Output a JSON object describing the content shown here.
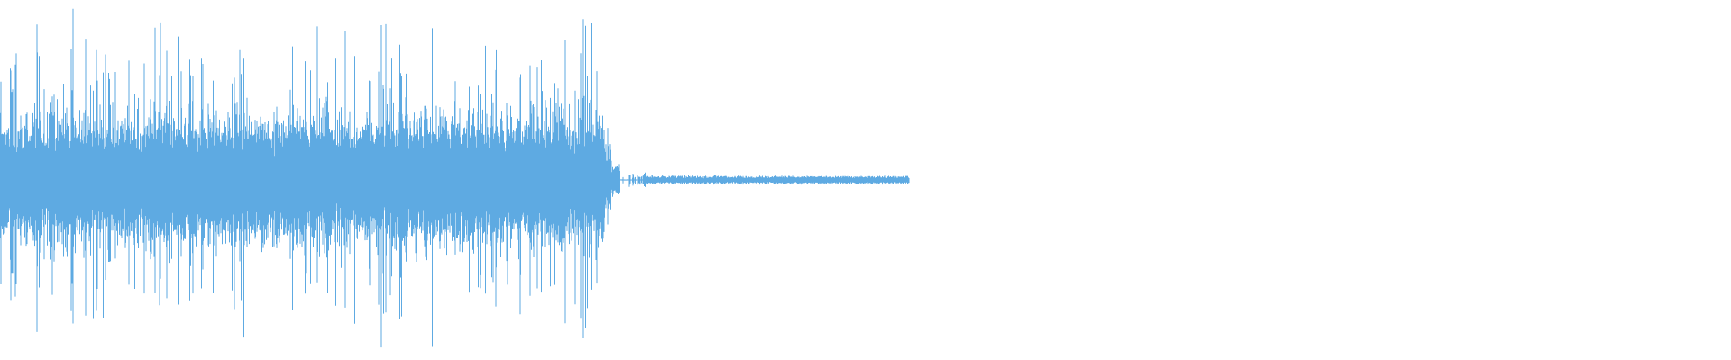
{
  "waveform": {
    "color": "#5eaae2",
    "background": "#ffffff",
    "seed": 91337,
    "loud_fraction": 0.353,
    "tail_fraction": 0.525
  }
}
